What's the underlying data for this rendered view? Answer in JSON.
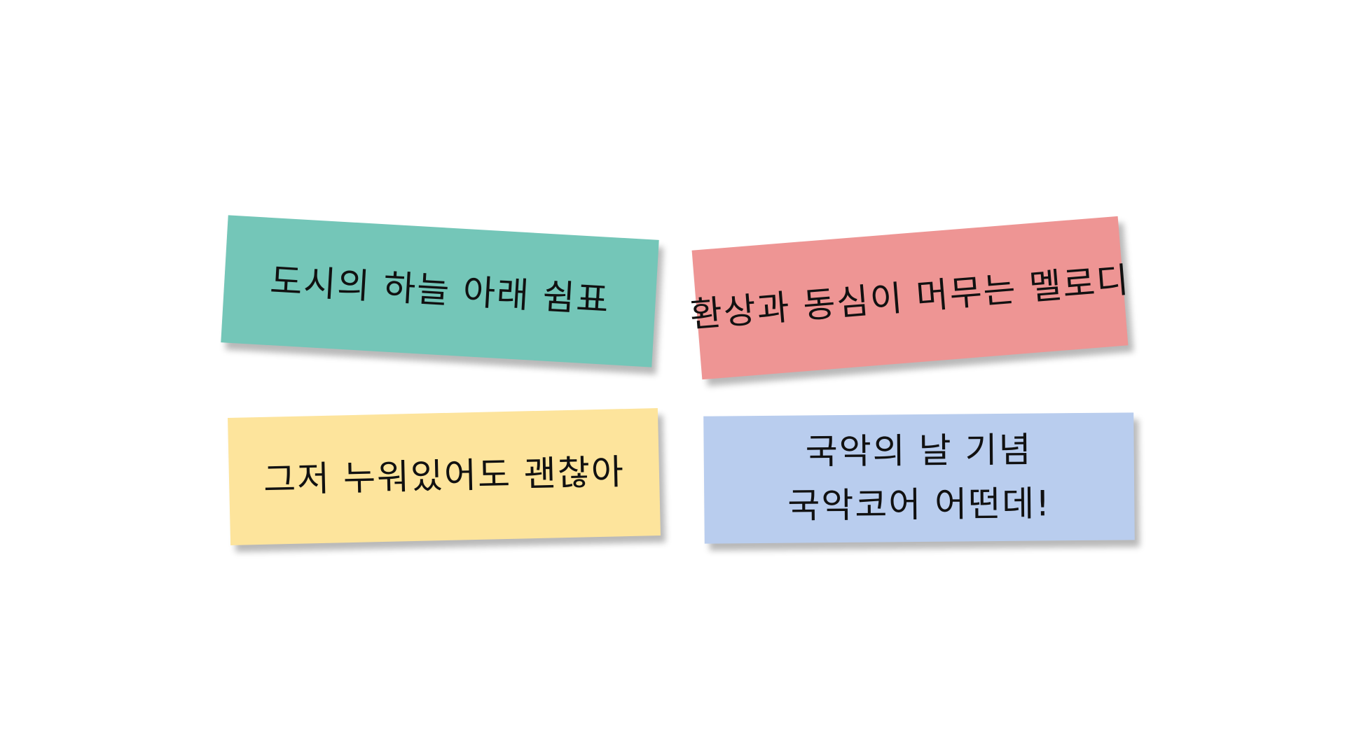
{
  "notes": [
    {
      "id": "teal",
      "color": "#74c6b8",
      "text": "도시의 하늘 아래 쉼표"
    },
    {
      "id": "red",
      "color": "#ee9594",
      "text": "환상과 동심이 머무는 멜로디"
    },
    {
      "id": "yellow",
      "color": "#fde49c",
      "text": "그저 누워있어도 괜찮아"
    },
    {
      "id": "blue",
      "color": "#b9cdee",
      "line1": "국악의 날 기념",
      "line2": "국악코어 어떤데!"
    }
  ]
}
